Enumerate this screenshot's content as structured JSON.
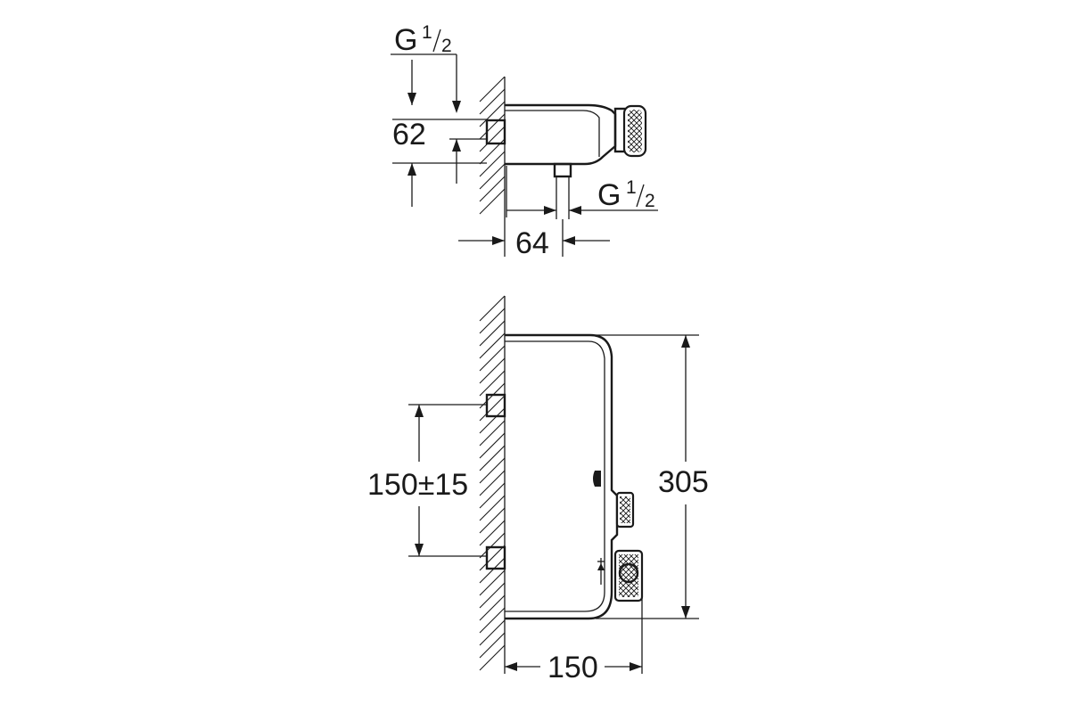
{
  "drawing": {
    "side_view": {
      "connection_top": {
        "base": "G",
        "fraction_num": "1",
        "fraction_den": "2"
      },
      "connection_bottom": {
        "base": "G",
        "fraction_num": "1",
        "fraction_den": "2"
      },
      "dim_height": "62",
      "dim_depth": "64"
    },
    "front_view": {
      "dim_inlet_spacing": "150±15",
      "dim_height": "305",
      "dim_width": "150"
    }
  }
}
